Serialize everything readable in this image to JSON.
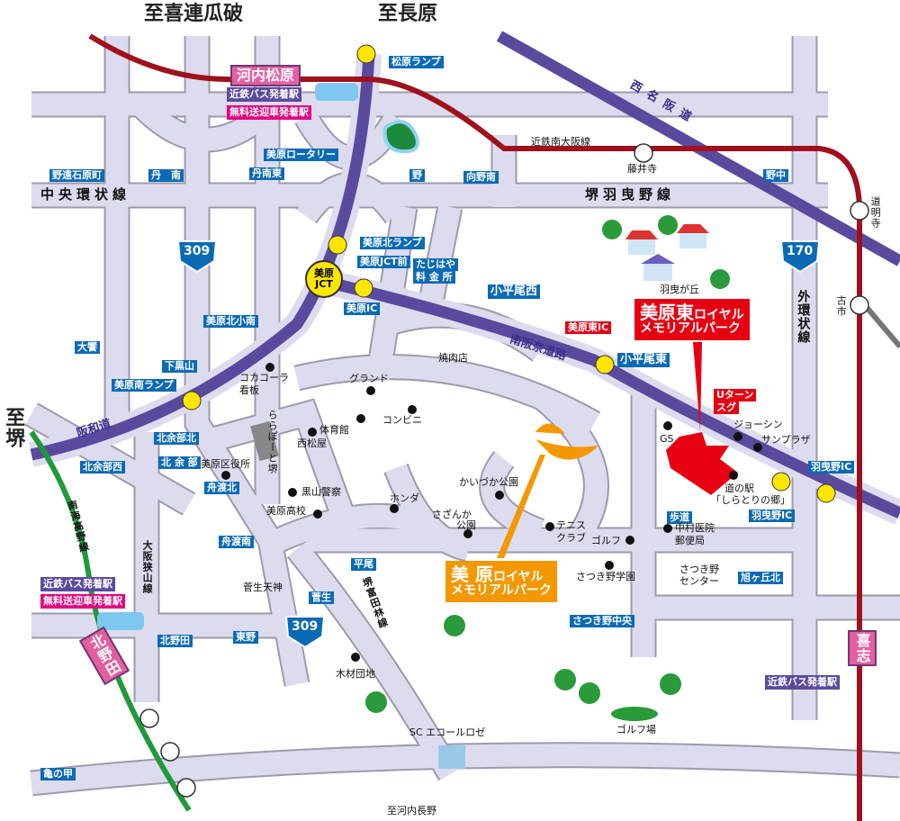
{
  "colors": {
    "road": "#dddbee",
    "road_edge": "#9c9aab",
    "expressway": "#5a4a9e",
    "kintetsu": "#a0101c",
    "nankai": "#1f9a3a",
    "label_blue": "#0b6ab5",
    "accent_red": "#e60012",
    "accent_orange": "#f39800"
  },
  "destinations": {
    "north_west": "至喜連瓜破",
    "north": "至長原",
    "west": "至堺",
    "south": "至河内長野"
  },
  "stations": {
    "kawachi_matsubara": "河内松原",
    "kitanoda": "北野田",
    "kishi": "喜志",
    "fujiidera": "藤井寺",
    "domyoji": "道明寺",
    "furuichi": "古市"
  },
  "bus_tags": {
    "top_bus": "近鉄バス発着駅",
    "top_shuttle": "無料送迎車発着駅",
    "left_bus": "近鉄バス発着駅",
    "left_shuttle": "無料送迎車発着駅",
    "right_bus": "近鉄バス発着駅"
  },
  "roads": {
    "chuo": "中央環状線",
    "sakai_habikino": "堺羽曳野線",
    "gaikan": "外環状線",
    "osaka_sayama": "大阪狭山線",
    "sakai_tondabayashi": "堺富田林線",
    "nankai": "南海高野線",
    "kintetsu": "近鉄南大阪線",
    "nishi_meihan": "西名阪道",
    "minami_hannna": "南阪奈道路",
    "hanwa": "阪和道",
    "route309": "309",
    "route170": "170",
    "jct": "美原JCT"
  },
  "blue_labels": [
    "松原ランプ",
    "美原ロータリー",
    "野遠石原町",
    "丹　南",
    "丹南東",
    "野",
    "向野南",
    "野中",
    "美原北ランプ",
    "美原JCT前",
    "たじはや",
    "料 金 所",
    "美原IC",
    "小平尾西",
    "小平尾東",
    "美原北小南",
    "大饗",
    "下黒山",
    "美原南ランプ",
    "北余部北",
    "北余部西",
    "北 余 部",
    "舟渡北",
    "舟渡南",
    "平尾",
    "菅生",
    "東野",
    "北野田",
    "亀の甲",
    "羽曳野IC",
    "羽曳野IC",
    "歩道",
    "旭ヶ丘北",
    "さつき野中央"
  ],
  "red_labels": {
    "mihara_higashi_ic": "美原東IC",
    "uturn_1": "Uターン",
    "uturn_2": "スグ"
  },
  "places": [
    "コカコーラ",
    "看板",
    "グランド",
    "焼肉店",
    "コンビニ",
    "体育館",
    "西松屋",
    "美原区役所",
    "黒山警察",
    "美原高校",
    "ホンダ",
    "かいづか公園",
    "さざんか",
    "公園",
    "テニス",
    "クラブ",
    "ゴルフ",
    "さつき野学園",
    "中村医院",
    "郵便局",
    "さつき野",
    "センター",
    "GS",
    "ジョーシン",
    "サンプラザ",
    "道の駅",
    "「しらとりの郷」",
    "羽曳が丘",
    "菅生天神",
    "木材団地",
    "SC エコールロゼ",
    "ゴルフ場",
    "ららぽーと堺"
  ],
  "callouts": {
    "east_main": "美原東",
    "east_sub1": "ロイヤル",
    "east_sub2": "メモリアルパーク",
    "west_main": "美 原",
    "west_sub1": "ロイヤル",
    "west_sub2": "メモリアルパーク"
  }
}
